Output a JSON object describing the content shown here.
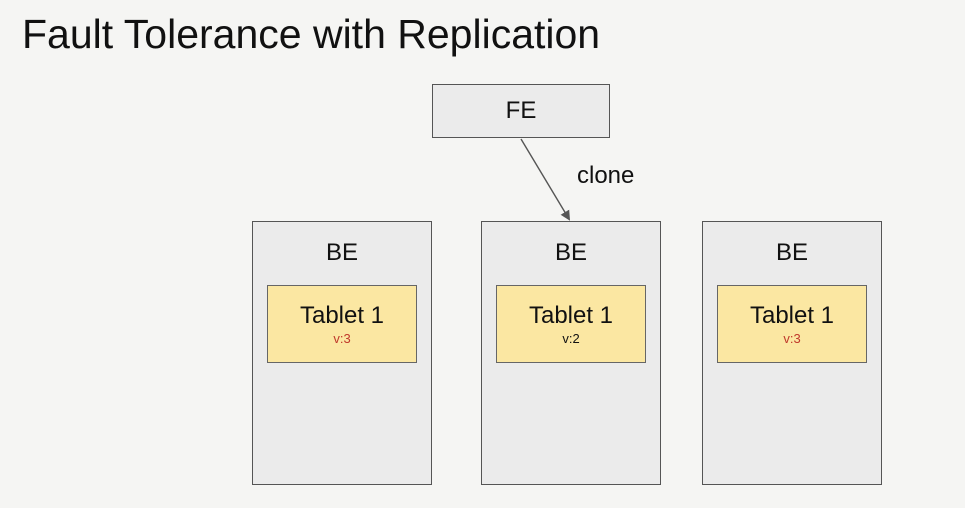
{
  "title": "Fault Tolerance with Replication",
  "fe": {
    "label": "FE"
  },
  "edge": {
    "label": "clone",
    "from": "FE",
    "to": "BE (middle)"
  },
  "backends": [
    {
      "label": "BE",
      "tablet": {
        "name": "Tablet 1",
        "version": "v:3",
        "version_color": "#c0392b"
      }
    },
    {
      "label": "BE",
      "tablet": {
        "name": "Tablet 1",
        "version": "v:2",
        "version_color": "#111111"
      }
    },
    {
      "label": "BE",
      "tablet": {
        "name": "Tablet 1",
        "version": "v:3",
        "version_color": "#c0392b"
      }
    }
  ],
  "colors": {
    "background": "#f5f5f3",
    "box_fill": "#ebebeb",
    "tablet_fill": "#fbe7a2",
    "outline": "#555555"
  }
}
